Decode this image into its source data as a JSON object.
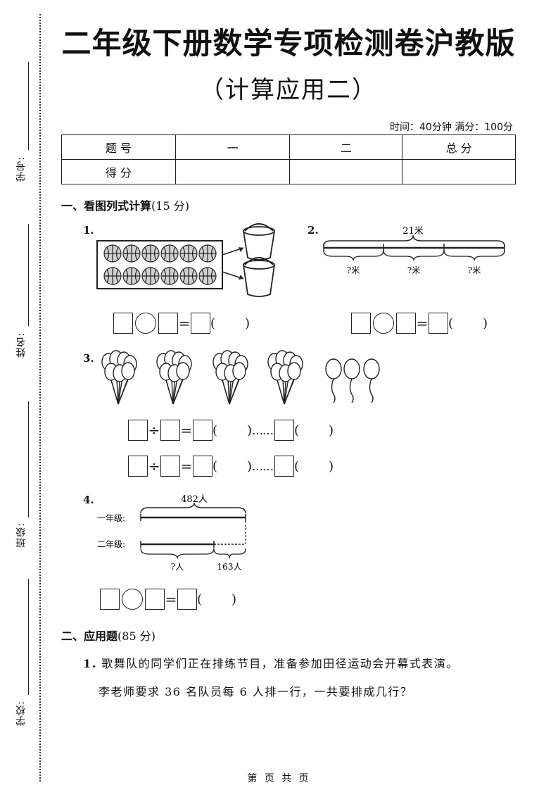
{
  "side_fields": [
    {
      "label": "学号:"
    },
    {
      "label": "姓名:"
    },
    {
      "label": "班级:"
    },
    {
      "label": "学校:"
    }
  ],
  "title": "二年级下册数学专项检测卷沪教版",
  "subtitle": "（计算应用二）",
  "meta": "时间：40分钟  满分：100分",
  "score_table": {
    "row1": [
      "题 号",
      "一",
      "二",
      "总 分"
    ],
    "row2": [
      "得 分",
      "",
      "",
      ""
    ]
  },
  "section1": {
    "title": "一、看图列式计算",
    "points": "(15 分)"
  },
  "q1": {
    "num": "1."
  },
  "q2": {
    "num": "2.",
    "total": "21米",
    "parts": [
      "?米",
      "?米",
      "?米"
    ]
  },
  "q3": {
    "num": "3."
  },
  "q4": {
    "num": "4.",
    "total": "482人",
    "row1_label": "一年级:",
    "row2_label": "二年级:",
    "unknown": "?人",
    "known": "163人"
  },
  "symbols": {
    "eq": "=",
    "div": "÷",
    "dots": "……",
    "lparen": "(",
    "rparen": ")"
  },
  "section2": {
    "title": "二、应用题",
    "points": "(85 分)"
  },
  "problem1": {
    "num": "1.",
    "line1": "歌舞队的同学们正在排练节目，准备参加田径运动会开幕式表演。",
    "line2": "李老师要求 36 名队员每 6 人排一行，一共要排成几行？"
  },
  "footer": "第 页 共 页"
}
